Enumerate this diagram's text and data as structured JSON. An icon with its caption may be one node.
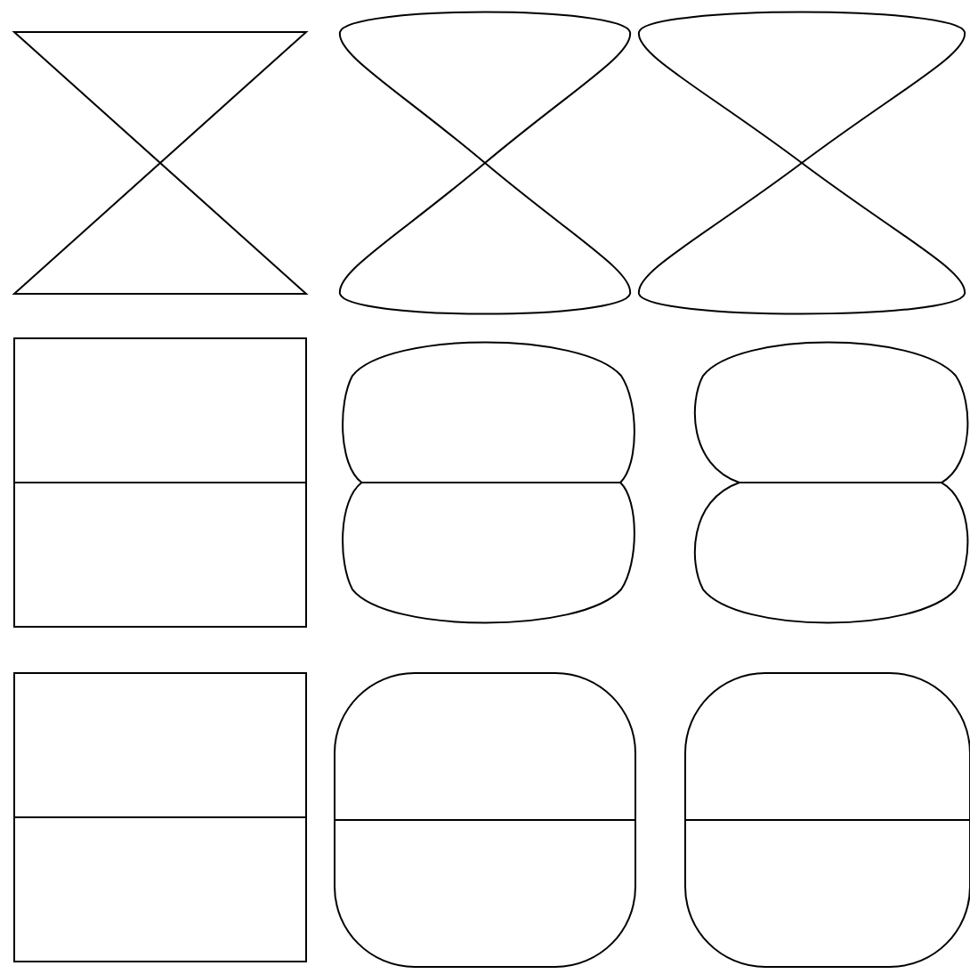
{
  "diagram": {
    "nodes": [
      {
        "text": [],
        "shape": "hourglass"
      },
      {
        "text": [],
        "shape": "figure-eight"
      },
      {
        "text": [],
        "shape": "figure-eight"
      },
      {
        "text": [],
        "shape": "box"
      },
      {
        "text": [],
        "shape": "lobes"
      },
      {
        "text": [],
        "shape": "lobes"
      },
      {
        "text": [],
        "shape": "box"
      },
      {
        "text": [],
        "shape": "rounded-box"
      },
      {
        "text": [],
        "shape": "rounded-box"
      }
    ]
  }
}
